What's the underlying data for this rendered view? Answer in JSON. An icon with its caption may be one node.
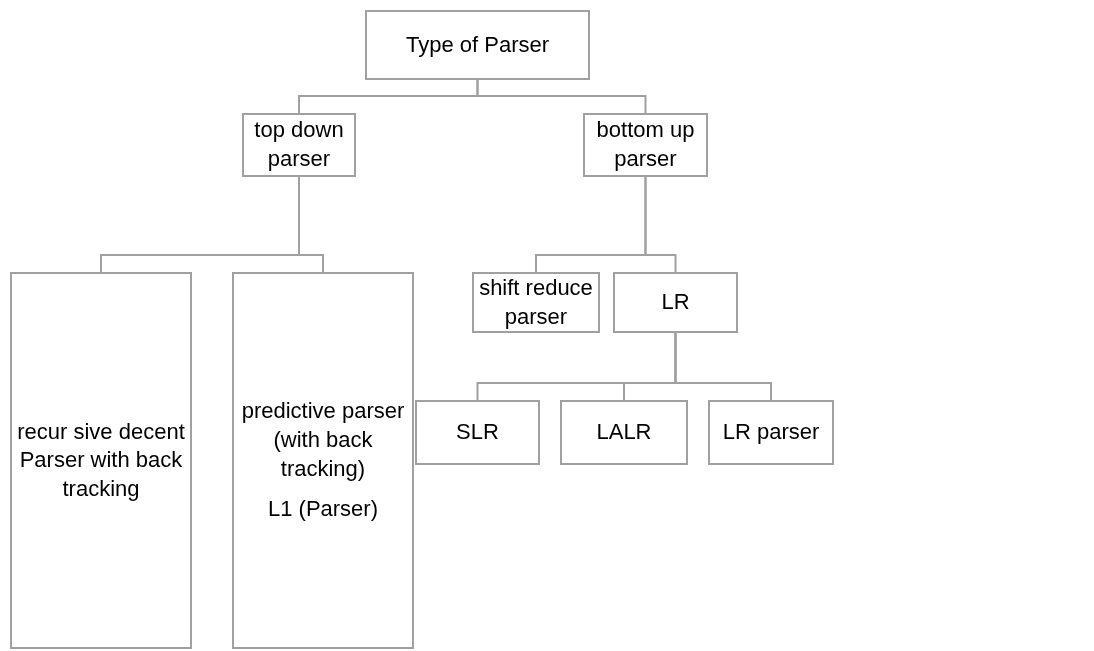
{
  "diagram": {
    "nodes": [
      {
        "text": [
          "Type of Parser"
        ]
      },
      {
        "text": [
          "top down parser"
        ]
      },
      {
        "text": [
          "bottom up parser"
        ]
      },
      {
        "text": [
          "recur sive decent Parser with back tracking"
        ]
      },
      {
        "text": [
          "predictive parser (with back tracking)",
          "L1 (Parser)"
        ]
      },
      {
        "text": [
          "shift reduce parser"
        ]
      },
      {
        "text": [
          "LR"
        ]
      },
      {
        "text": [
          "SLR"
        ]
      },
      {
        "text": [
          "LALR"
        ]
      },
      {
        "text": [
          "LR parser"
        ]
      }
    ],
    "edges": [
      {
        "from": 0,
        "to": 1,
        "arrow": "none"
      },
      {
        "from": 0,
        "to": 2,
        "arrow": "none"
      },
      {
        "from": 1,
        "to": 3,
        "arrow": "none"
      },
      {
        "from": 1,
        "to": 4,
        "arrow": "none"
      },
      {
        "from": 2,
        "to": 5,
        "arrow": "none"
      },
      {
        "from": 2,
        "to": 6,
        "arrow": "none"
      },
      {
        "from": 6,
        "to": 7,
        "arrow": "none"
      },
      {
        "from": 6,
        "to": 8,
        "arrow": "none"
      },
      {
        "from": 6,
        "to": 9,
        "arrow": "none"
      }
    ]
  }
}
